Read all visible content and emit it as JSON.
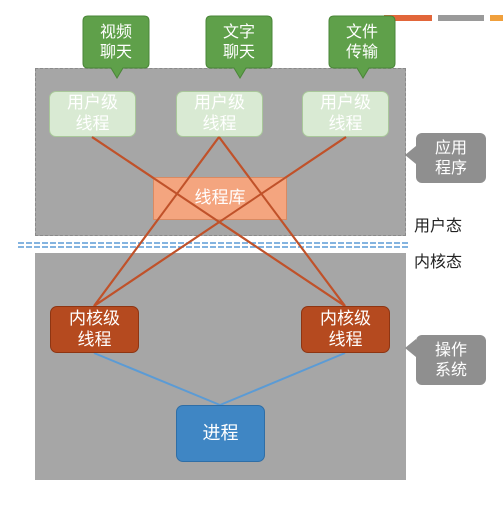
{
  "bubbles": [
    {
      "text": "视频\n聊天"
    },
    {
      "text": "文字\n聊天"
    },
    {
      "text": "文件\n传输"
    }
  ],
  "user_threads": [
    {
      "text": "用户级\n线程"
    },
    {
      "text": "用户级\n线程"
    },
    {
      "text": "用户级\n线程"
    }
  ],
  "thread_library": "线程库",
  "kernel_threads": [
    {
      "text": "内核级\n线程"
    },
    {
      "text": "内核级\n线程"
    }
  ],
  "process": "进程",
  "labels": {
    "application": "应用\n程序",
    "os": "操作\n系统",
    "user_mode": "用户态",
    "kernel_mode": "内核态"
  },
  "colors": {
    "bubble": "#5fa04a",
    "user_thread_fill": "#d9ead3",
    "kernel_thread_fill": "#b54a1f",
    "library_fill": "#f4a57f",
    "process_fill": "#3f86c4",
    "edge_orange": "#c0522a",
    "edge_blue": "#5b9bd5"
  }
}
